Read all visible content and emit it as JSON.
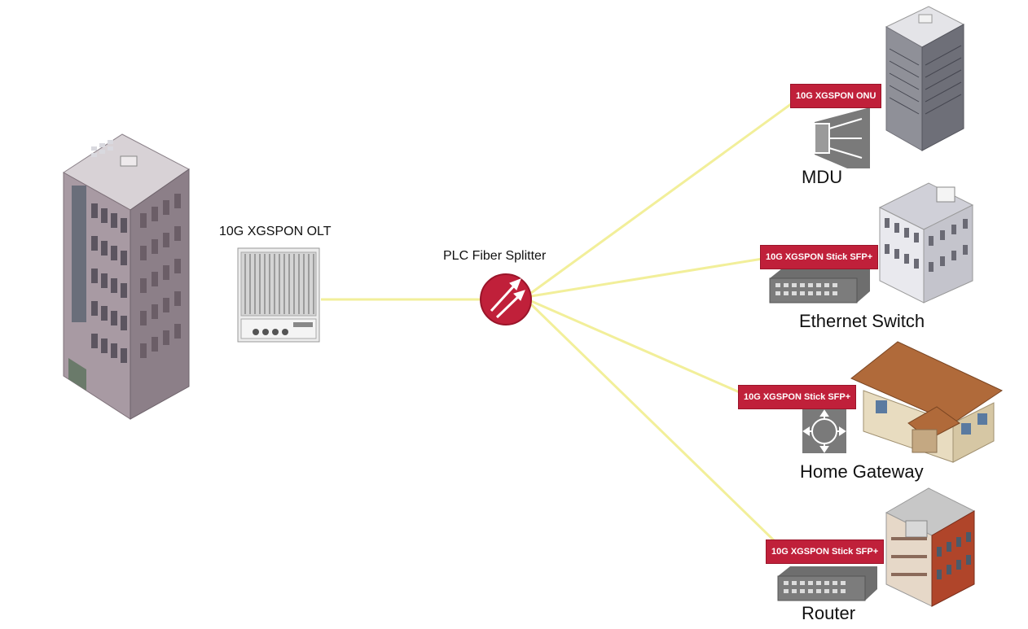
{
  "olt": {
    "label": "10G XGSPON OLT"
  },
  "splitter": {
    "label": "PLC Fiber Splitter"
  },
  "branches": [
    {
      "tag": "10G XGSPON ONU",
      "label": "MDU",
      "device_icon": "onu-icon",
      "building_icon": "office-tower-icon"
    },
    {
      "tag": "10G XGSPON Stick SFP+",
      "label": "Ethernet Switch",
      "device_icon": "switch-icon",
      "building_icon": "office-building-icon"
    },
    {
      "tag": "10G XGSPON Stick SFP+",
      "label": "Home Gateway",
      "device_icon": "gateway-icon",
      "building_icon": "house-icon"
    },
    {
      "tag": "10G XGSPON Stick SFP+",
      "label": "Router",
      "device_icon": "router-icon",
      "building_icon": "apartment-building-icon"
    }
  ],
  "colors": {
    "fiber": "#f2ef9a",
    "tag_bg": "#c0203a",
    "splitter": "#c0203a"
  }
}
